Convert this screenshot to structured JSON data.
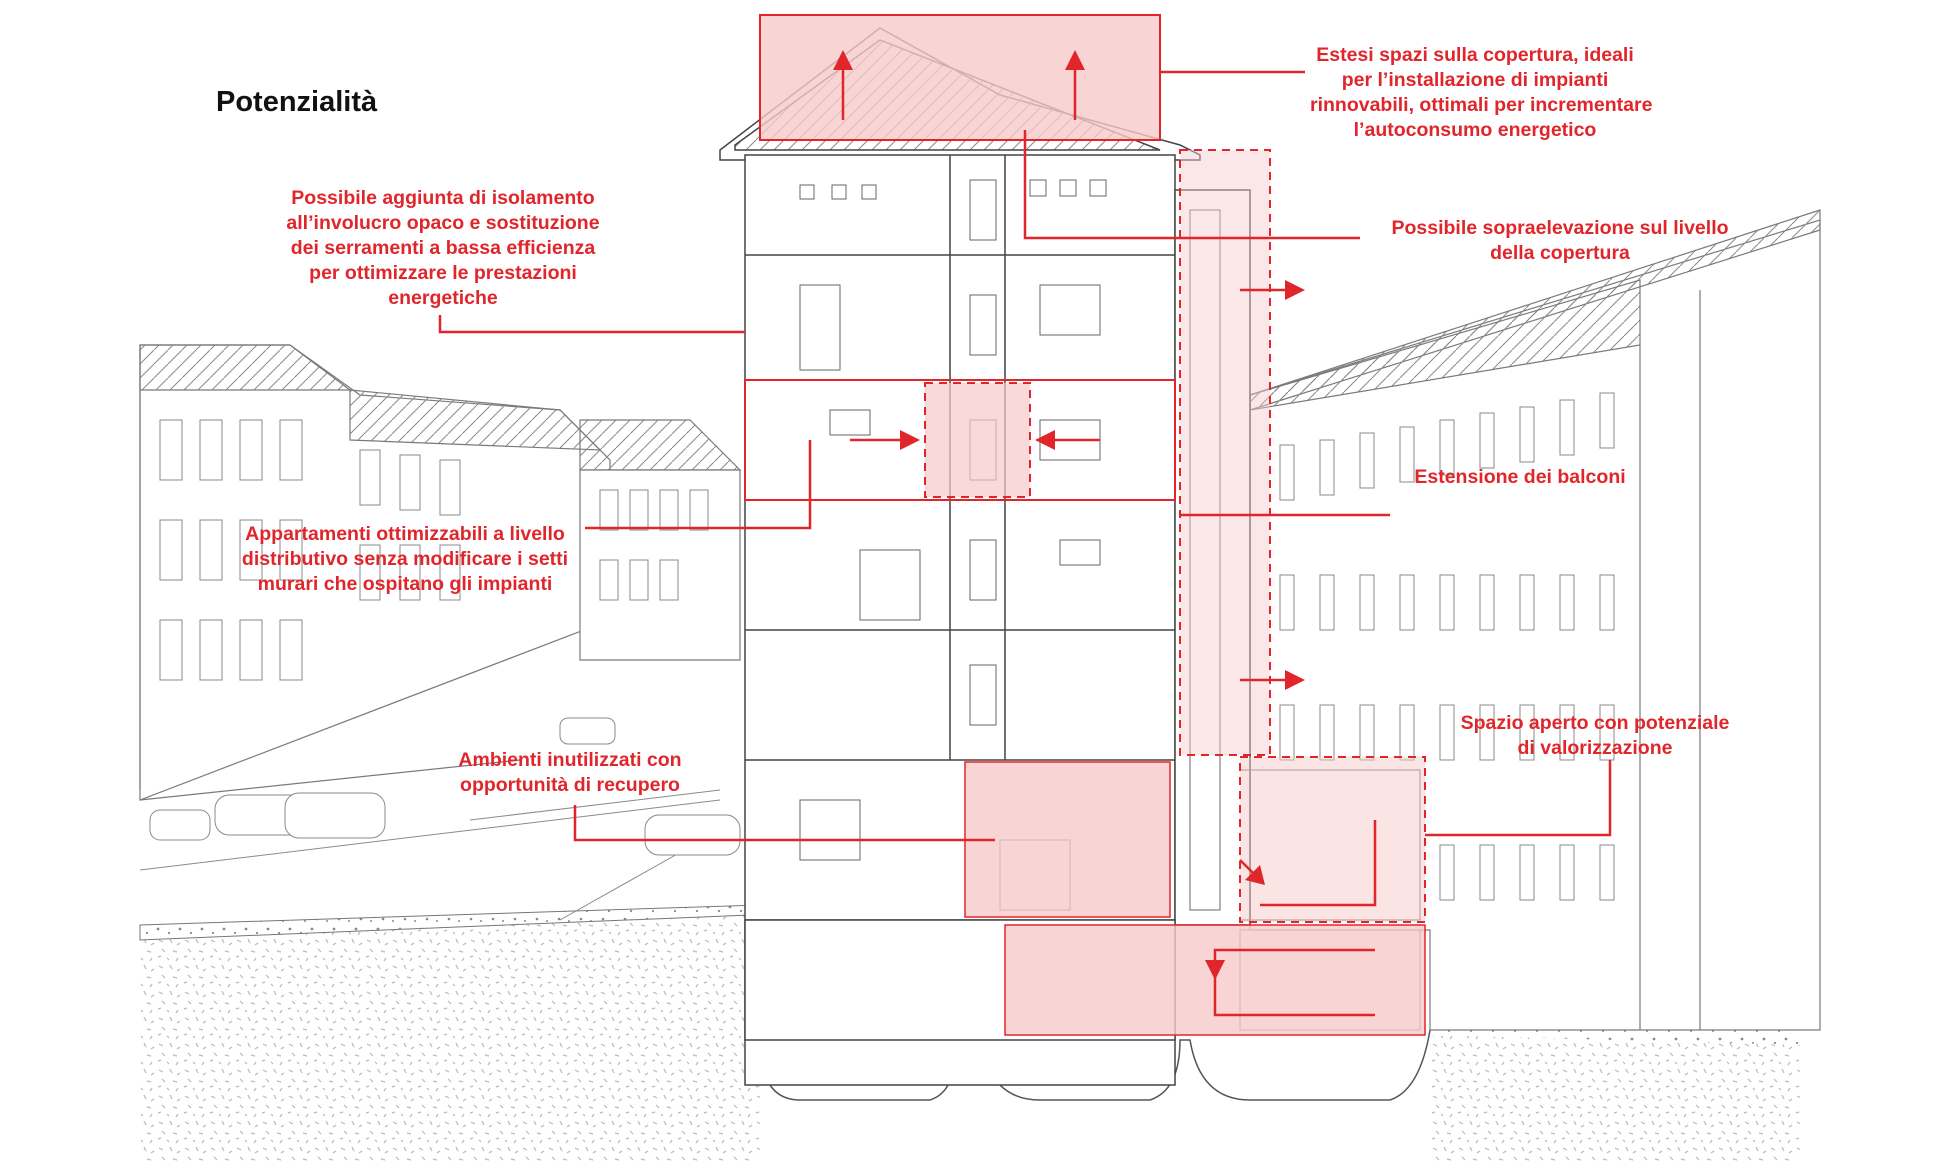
{
  "title": "Potenzialità",
  "colors": {
    "accent": "#e0262b",
    "fill": "#f6c9ca",
    "line": "#555555"
  },
  "annotations": {
    "roof_space": [
      "Estesi spazi sulla copertura, ideali",
      "per l’installazione di impianti",
      "rinnovabili, ottimali per incrementare",
      "l’autoconsumo energetico"
    ],
    "insulation": [
      "Possibile aggiunta di isolamento",
      "all’involucro opaco e sostituzione",
      "dei serramenti a bassa efficienza",
      "per ottimizzare le prestazioni",
      "energetiche"
    ],
    "raising": [
      "Possibile sopraelevazione sul livello",
      "della copertura"
    ],
    "balconies": [
      "Estensione dei balconi"
    ],
    "apartments": [
      "Appartamenti ottimizzabili a livello",
      "distributivo senza modificare i setti",
      "murari che ospitano gli impianti"
    ],
    "open_space": [
      "Spazio aperto con potenziale",
      "di valorizzazione"
    ],
    "unused_rooms": [
      "Ambienti inutilizzati con",
      "opportunità di recupero"
    ]
  }
}
